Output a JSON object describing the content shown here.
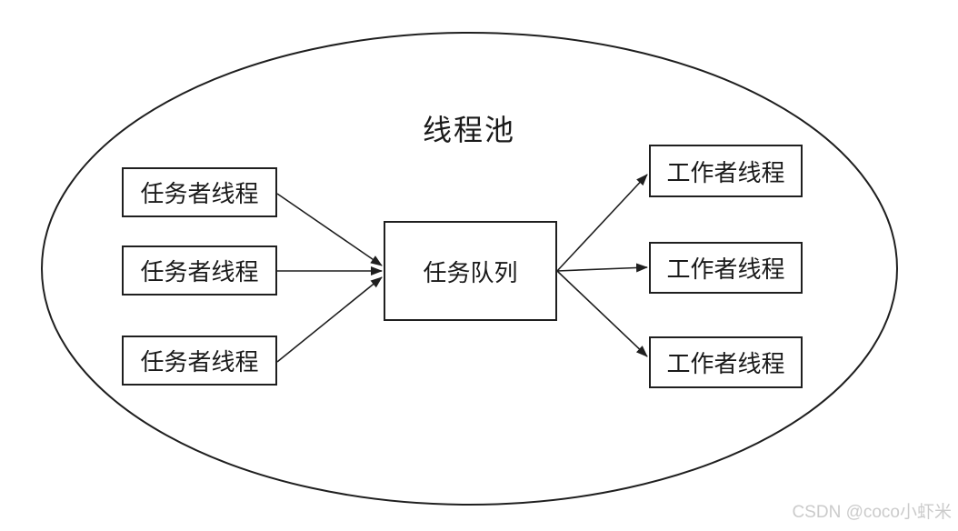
{
  "diagram": {
    "title": "线程池",
    "producers": [
      {
        "label": "任务者线程"
      },
      {
        "label": "任务者线程"
      },
      {
        "label": "任务者线程"
      }
    ],
    "queue": {
      "label": "任务队列"
    },
    "workers": [
      {
        "label": "工作者线程"
      },
      {
        "label": "工作者线程"
      },
      {
        "label": "工作者线程"
      }
    ],
    "colors": {
      "stroke": "#1f1f1f",
      "background": "#ffffff",
      "watermark": "#cbcbcb"
    }
  },
  "watermark": {
    "text": "CSDN @coco小虾米"
  }
}
